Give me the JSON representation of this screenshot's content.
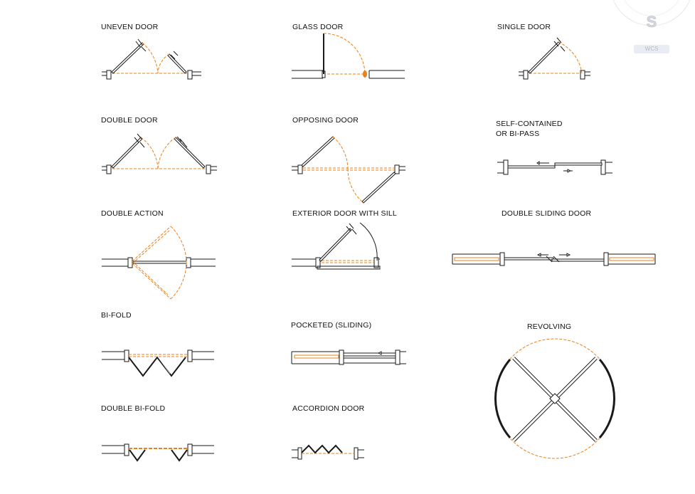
{
  "labels": {
    "uneven_door": "UNEVEN DOOR",
    "glass_door": "GLASS DOOR",
    "single_door": "SINGLE DOOR",
    "double_door": "DOUBLE DOOR",
    "opposing_door": "OPPOSING DOOR",
    "self_contained_line1": "SELF-CONTAINED",
    "self_contained_line2": "OR BI-PASS",
    "double_action": "DOUBLE ACTION",
    "exterior_door": "EXTERIOR DOOR WITH SILL",
    "double_sliding": "DOUBLE SLIDING DOOR",
    "bifold": "BI-FOLD",
    "pocketed": "POCKETED (SLIDING)",
    "revolving": "REVOLVING",
    "double_bifold": "DOUBLE BI-FOLD",
    "accordion": "ACCORDION DOOR"
  },
  "viewcube": {
    "letter": "S",
    "wcs_label": "WCS"
  },
  "colors": {
    "line": "#1a1a1a",
    "swing": "#e8821e",
    "background": "#ffffff"
  }
}
